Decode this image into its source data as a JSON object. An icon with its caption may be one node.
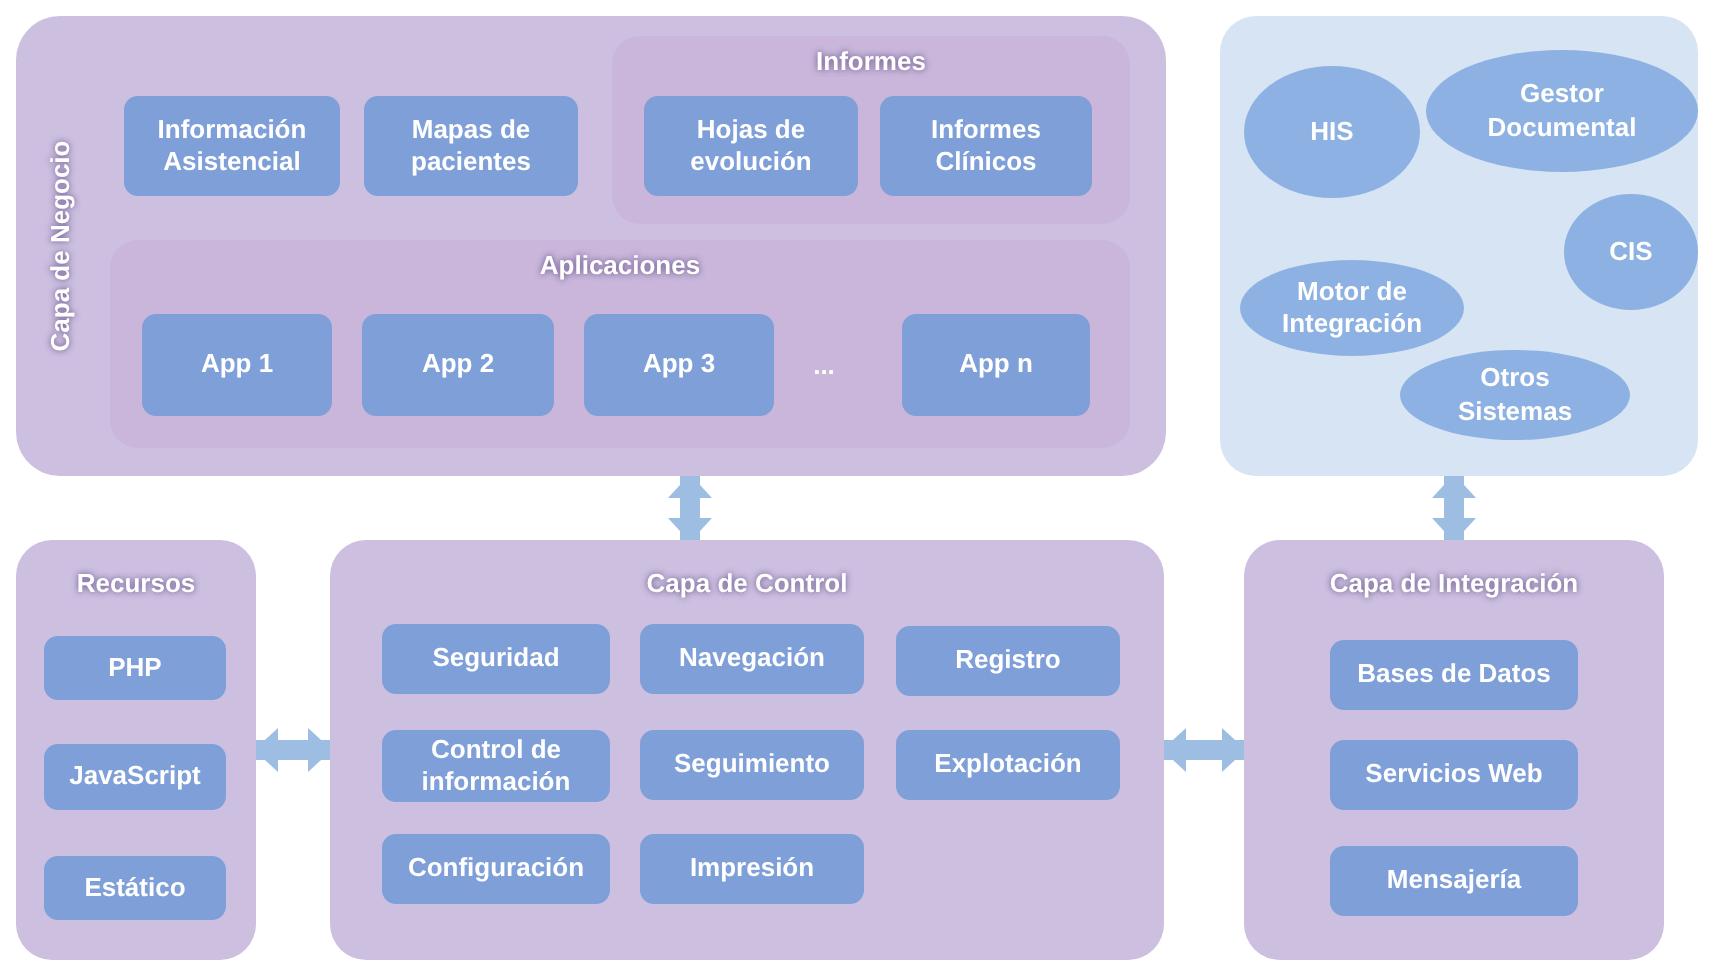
{
  "diagram": {
    "nodes": [
      {
        "text": [
          "Capa de Negocio"
        ]
      },
      {
        "text": [
          "Información Asistencial"
        ],
        "in": 0
      },
      {
        "text": [
          "Mapas de pacientes"
        ],
        "in": 0
      },
      {
        "text": [
          "Informes"
        ],
        "in": 0
      },
      {
        "text": [
          "Hojas de evolución"
        ],
        "in": 3
      },
      {
        "text": [
          "Informes Clínicos"
        ],
        "in": 3
      },
      {
        "text": [
          "Aplicaciones"
        ],
        "in": 0
      },
      {
        "text": [
          "App 1"
        ],
        "in": 6
      },
      {
        "text": [
          "App 2"
        ],
        "in": 6
      },
      {
        "text": [
          "App 3"
        ],
        "in": 6
      },
      {
        "text": [
          "App n"
        ],
        "in": 6
      },
      {
        "text": [],
        "shape": "box"
      },
      {
        "text": [
          "HIS"
        ],
        "in": 11
      },
      {
        "text": [
          "Gestor Documental"
        ],
        "in": 11
      },
      {
        "text": [
          "CIS"
        ],
        "in": 11
      },
      {
        "text": [
          "Motor de Integración"
        ],
        "in": 11
      },
      {
        "text": [
          "Otros Sistemas"
        ],
        "in": 11
      },
      {
        "text": [
          "Recursos"
        ]
      },
      {
        "text": [
          "PHP"
        ],
        "in": 17
      },
      {
        "text": [
          "JavaScript"
        ],
        "in": 17
      },
      {
        "text": [
          "Estático"
        ],
        "in": 17
      },
      {
        "text": [
          "Capa de Control"
        ]
      },
      {
        "text": [
          "Seguridad"
        ],
        "in": 21
      },
      {
        "text": [
          "Navegación"
        ],
        "in": 21
      },
      {
        "text": [
          "Registro"
        ],
        "in": 21
      },
      {
        "text": [
          "Control de información"
        ],
        "in": 21
      },
      {
        "text": [
          "Seguimiento"
        ],
        "in": 21
      },
      {
        "text": [
          "Explotación"
        ],
        "in": 21
      },
      {
        "text": [
          "Configuración"
        ],
        "in": 21
      },
      {
        "text": [
          "Impresión"
        ],
        "in": 21
      },
      {
        "text": [
          "Capa de Integración"
        ]
      },
      {
        "text": [
          "Bases de Datos"
        ],
        "in": 30
      },
      {
        "text": [
          "Servicios Web"
        ],
        "in": 30
      },
      {
        "text": [
          "Mensajería"
        ],
        "in": 30
      }
    ],
    "edges": [
      {
        "from": 0,
        "to": 21,
        "arrow": "both"
      },
      {
        "from": 11,
        "to": 30,
        "arrow": "both"
      },
      {
        "from": 17,
        "to": 21,
        "arrow": "both"
      },
      {
        "from": 21,
        "to": 30,
        "arrow": "both"
      }
    ],
    "labels": [
      "..."
    ]
  }
}
